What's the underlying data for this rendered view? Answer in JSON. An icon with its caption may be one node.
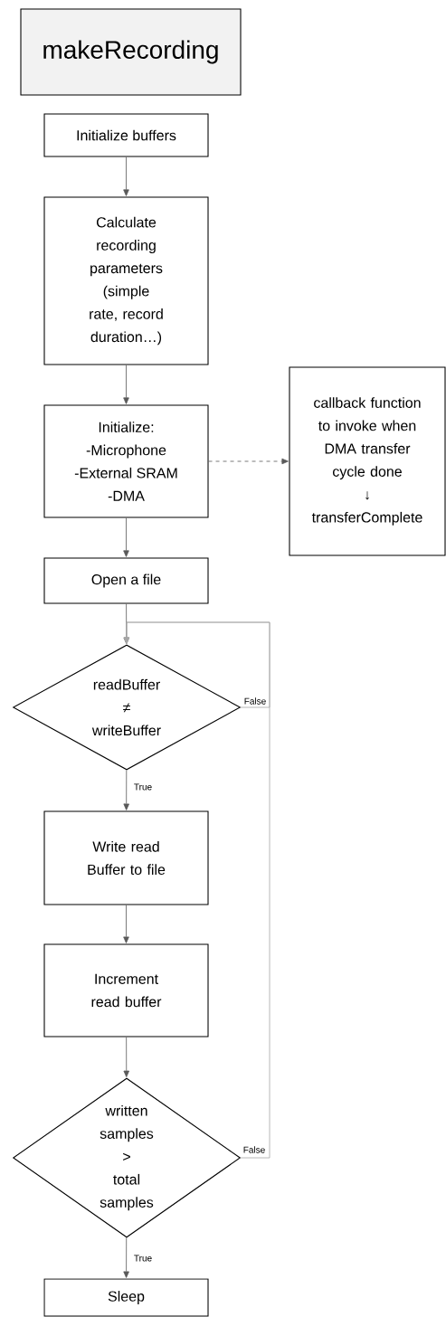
{
  "diagram": {
    "nodes": [
      {
        "text": [
          "makeRecording"
        ]
      },
      {
        "text": [
          "Initialize buffers"
        ]
      },
      {
        "text": [
          "Calculate recording parameters (simple rate, record duration…)"
        ]
      },
      {
        "text": [
          "Initialize:",
          "-Microphone",
          "-External SRAM",
          "-DMA"
        ]
      },
      {
        "text": [
          "callback function to invoke when DMA transfer cycle done",
          "↓",
          "transferComplete"
        ]
      },
      {
        "text": [
          "Open a file"
        ]
      },
      {
        "text": [
          "readBuffer",
          "≠",
          "writeBuffer"
        ]
      },
      {
        "text": [
          "Write read Buffer to file"
        ]
      },
      {
        "text": [
          "Increment read buffer"
        ]
      },
      {
        "text": [
          "written samples",
          ">",
          "total samples"
        ]
      },
      {
        "text": [
          "Sleep"
        ]
      }
    ],
    "edges": [
      {
        "from": 1,
        "to": 2,
        "arrow": "to"
      },
      {
        "from": 2,
        "to": 3,
        "arrow": "to"
      },
      {
        "from": 3,
        "to": 4,
        "arrow": "to",
        "style": "dashed"
      },
      {
        "from": 3,
        "to": 5,
        "arrow": "to"
      },
      {
        "from": 5,
        "to": 6,
        "arrow": "to"
      },
      {
        "from": 6,
        "to": 7,
        "arrow": "to",
        "label": "True"
      },
      {
        "from": 7,
        "to": 8,
        "arrow": "to"
      },
      {
        "from": 8,
        "to": 9,
        "arrow": "to"
      },
      {
        "from": 9,
        "to": 10,
        "arrow": "to",
        "label": "True"
      },
      {
        "from": 6,
        "to": 6,
        "arrow": "to",
        "label": "False",
        "color": "#a6a6a6"
      },
      {
        "from": 9,
        "to": 6,
        "arrow": "to",
        "label": "False",
        "color": "#a6a6a6"
      }
    ]
  }
}
